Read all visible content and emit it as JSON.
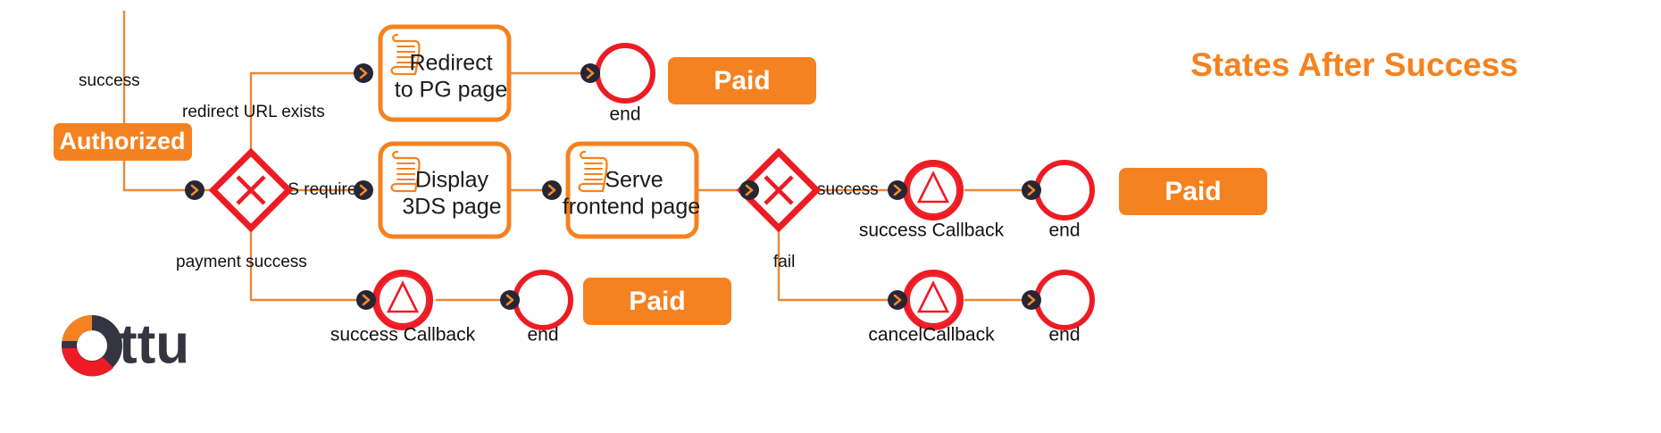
{
  "title": "States After Success",
  "brand": {
    "name": "Ottu",
    "wordmark": "ttu",
    "colors": {
      "orange": "#F58220",
      "red": "#ED1C24",
      "dark": "#353542"
    }
  },
  "palette": {
    "accent_orange": "#F58220",
    "connector_orange": "#E8883A",
    "event_red": "#ED1C24",
    "dot_dark": "#262634",
    "text_dark": "#111111",
    "badge_text": "#FFFFFF",
    "background": "#FFFFFF"
  },
  "start_state": {
    "label": "Authorized"
  },
  "badges": [
    {
      "id": "paid-top",
      "label": "Paid"
    },
    {
      "id": "paid-middle",
      "label": "Paid"
    },
    {
      "id": "paid-bottom",
      "label": "Paid"
    }
  ],
  "gateways": [
    {
      "id": "gateway-1",
      "type": "exclusive",
      "label": ""
    },
    {
      "id": "gateway-2",
      "type": "exclusive",
      "label": ""
    }
  ],
  "tasks": [
    {
      "id": "task-redirect-pg",
      "type": "script-task",
      "line1": "Redirect",
      "line2": "to PG page"
    },
    {
      "id": "task-display-3ds",
      "type": "script-task",
      "line1": "Display",
      "line2": "3DS page"
    },
    {
      "id": "task-serve-frontend",
      "type": "script-task",
      "line1": "Serve",
      "line2": "frontend page"
    }
  ],
  "events": [
    {
      "id": "end-top",
      "type": "end-event",
      "label": "end"
    },
    {
      "id": "callback-success-middle",
      "type": "escalation-event",
      "label": "success Callback"
    },
    {
      "id": "end-middle",
      "type": "end-event",
      "label": "end"
    },
    {
      "id": "callback-success-bottom",
      "type": "escalation-event",
      "label": "success Callback"
    },
    {
      "id": "end-bottom-left",
      "type": "end-event",
      "label": "end"
    },
    {
      "id": "callback-cancel",
      "type": "escalation-event",
      "label": "cancelCallback"
    },
    {
      "id": "end-bottom-right",
      "type": "end-event",
      "label": "end"
    }
  ],
  "edge_labels": [
    {
      "id": "edge-success",
      "text": "success"
    },
    {
      "id": "edge-redirect-url-exists",
      "text": "redirect URL exists"
    },
    {
      "id": "edge-3ds-required",
      "text": "3DS required"
    },
    {
      "id": "edge-payment-success",
      "text": "payment success"
    },
    {
      "id": "edge-success-2",
      "text": "success"
    },
    {
      "id": "edge-fail",
      "text": "fail"
    }
  ]
}
